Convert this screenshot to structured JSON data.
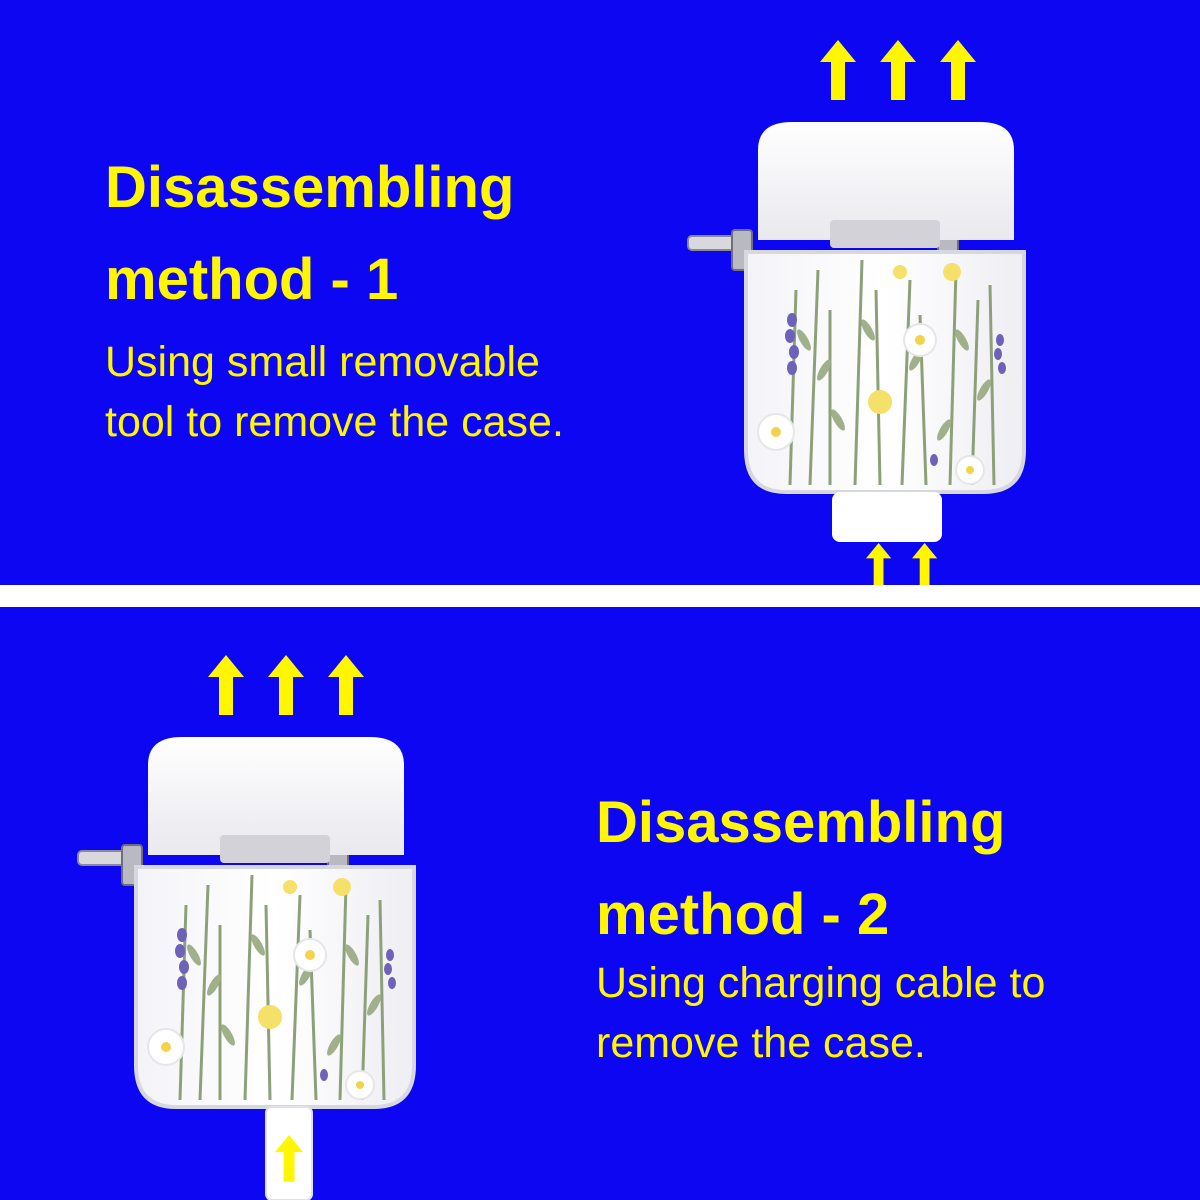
{
  "colors": {
    "background": "#0d06f2",
    "text": "#fff600",
    "divider": "#ffffff",
    "arrow": "#fff600"
  },
  "section1": {
    "title_line1": "Disassembling",
    "title_line2": "method - 1",
    "desc_line1": "Using small removable",
    "desc_line2": "tool to remove the case.",
    "icons": [
      "up-arrow-icon",
      "earbuds-case-image",
      "removal-tool-image"
    ]
  },
  "section2": {
    "title_line1": "Disassembling",
    "title_line2": "method - 2",
    "desc_line1": "Using charging cable to",
    "desc_line2": "remove the case.",
    "icons": [
      "up-arrow-icon",
      "earbuds-case-image",
      "charging-cable-image"
    ]
  }
}
